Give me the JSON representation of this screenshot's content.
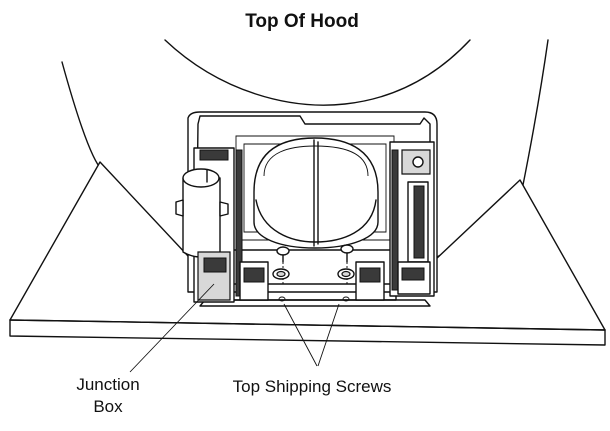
{
  "labels": {
    "title": "Top Of Hood",
    "junction_box": [
      "Junction",
      "Box"
    ],
    "shipping_screws": "Top Shipping Screws"
  }
}
